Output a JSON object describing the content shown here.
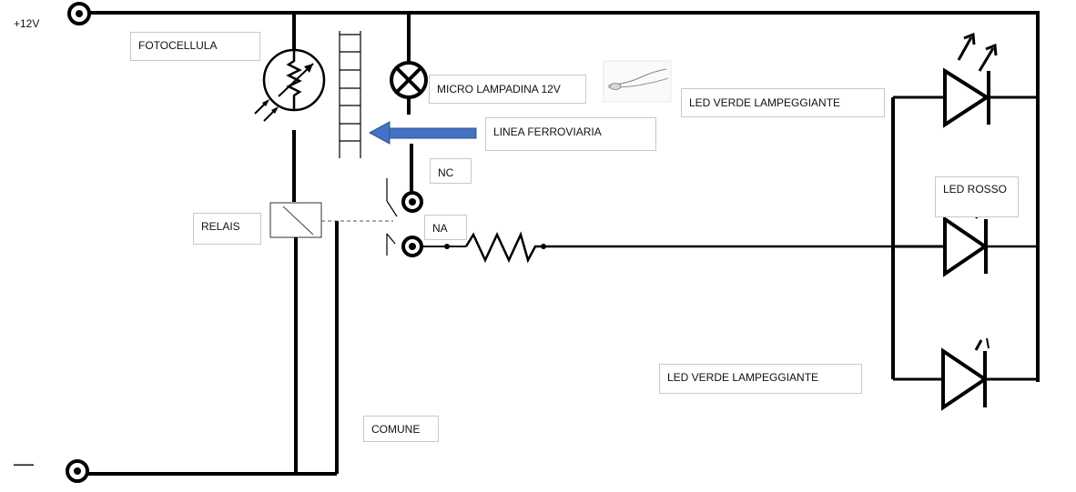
{
  "supply": {
    "positive": "+12V",
    "negative": "—"
  },
  "labels": {
    "fotocellula": "FOTOCELLULA",
    "micro_lampadina": "MICRO  LAMPADINA 12V",
    "linea_ferroviaria": "LINEA FERROVIARIA",
    "nc": "NC",
    "na": "NA",
    "relais": "RELAIS",
    "led_verde_top": "LED VERDE LAMPEGGIANTE",
    "led_rosso": "LED ROSSO",
    "led_verde_bottom": "LED VERDE LAMPEGGIANTE",
    "comune": "COMUNE"
  },
  "colors": {
    "wire": "#000000",
    "arrow": "#4472c4",
    "box_border": "#c8c8c8"
  }
}
